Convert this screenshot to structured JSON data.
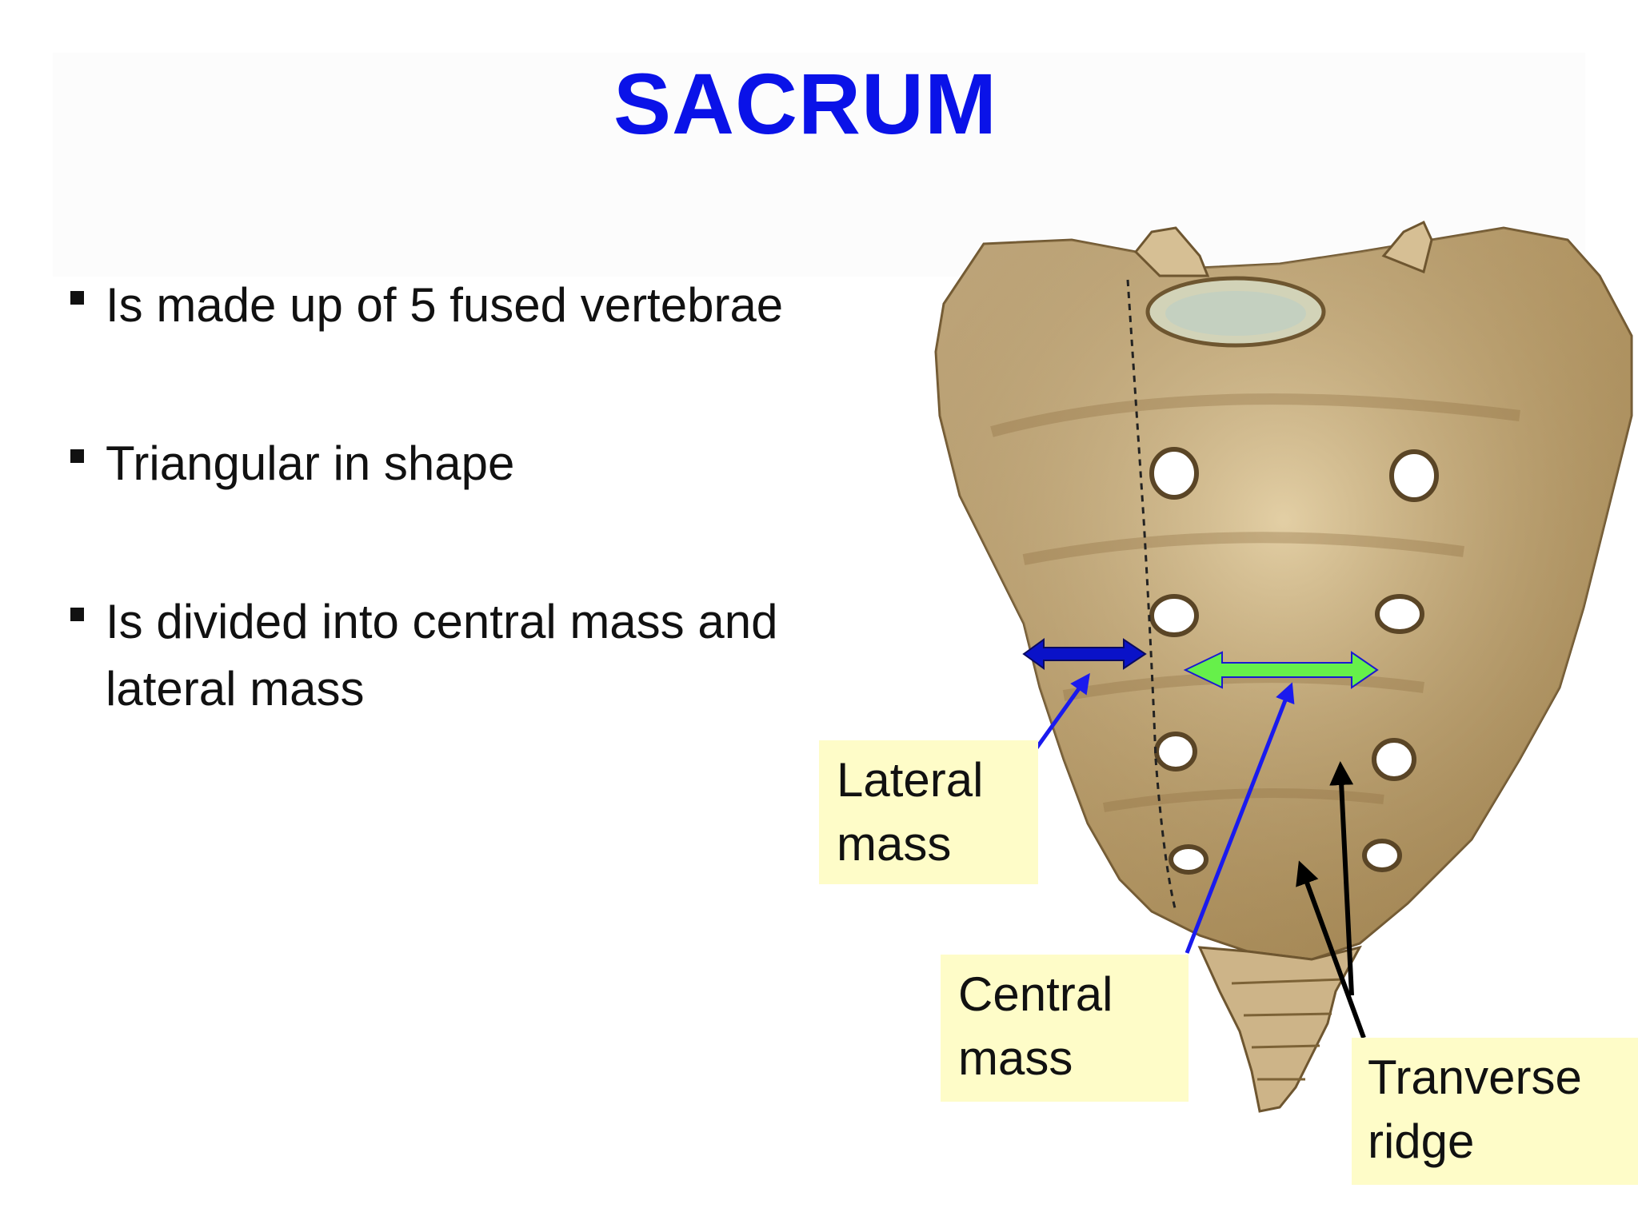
{
  "title": "SACRUM",
  "bullets": [
    "Is made up of 5 fused vertebrae",
    "Triangular in shape",
    "Is divided into central mass and lateral mass"
  ],
  "labels": {
    "lateral_mass": [
      "Lateral",
      "mass"
    ],
    "central_mass": [
      "Central",
      "mass"
    ],
    "transverse_ridge": [
      "Tranverse",
      "ridge"
    ]
  },
  "colors": {
    "title": "#0a12e8",
    "label_background": "#fefcc8",
    "lateral_arrow": "#0a12c8",
    "central_arrow": "#66f04a",
    "pointer_blue": "#1a1aee",
    "pointer_black": "#000000",
    "bone": "#c7ad7c"
  }
}
